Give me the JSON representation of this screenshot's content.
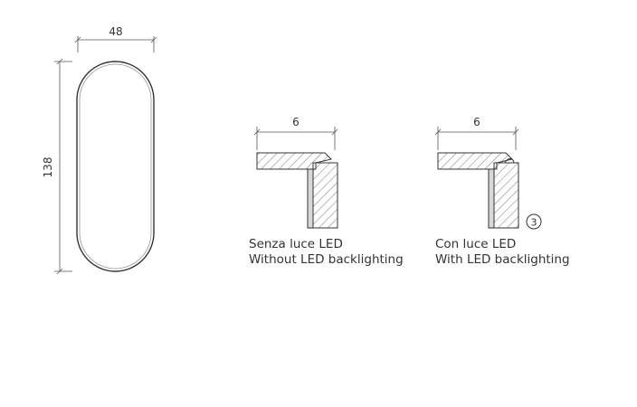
{
  "mirror": {
    "width_label": "48",
    "height_label": "138"
  },
  "section_without_led": {
    "dimension_label": "6",
    "caption_it": "Senza luce LED",
    "caption_en": "Without LED backlighting"
  },
  "section_with_led": {
    "dimension_label": "6",
    "caption_it": "Con luce LED",
    "caption_en": "With LED backlighting",
    "callout_number": "3"
  },
  "colors": {
    "line": "#333333",
    "frame_fill": "#e8e8e8",
    "hatch": "#555555",
    "background": "#ffffff"
  }
}
